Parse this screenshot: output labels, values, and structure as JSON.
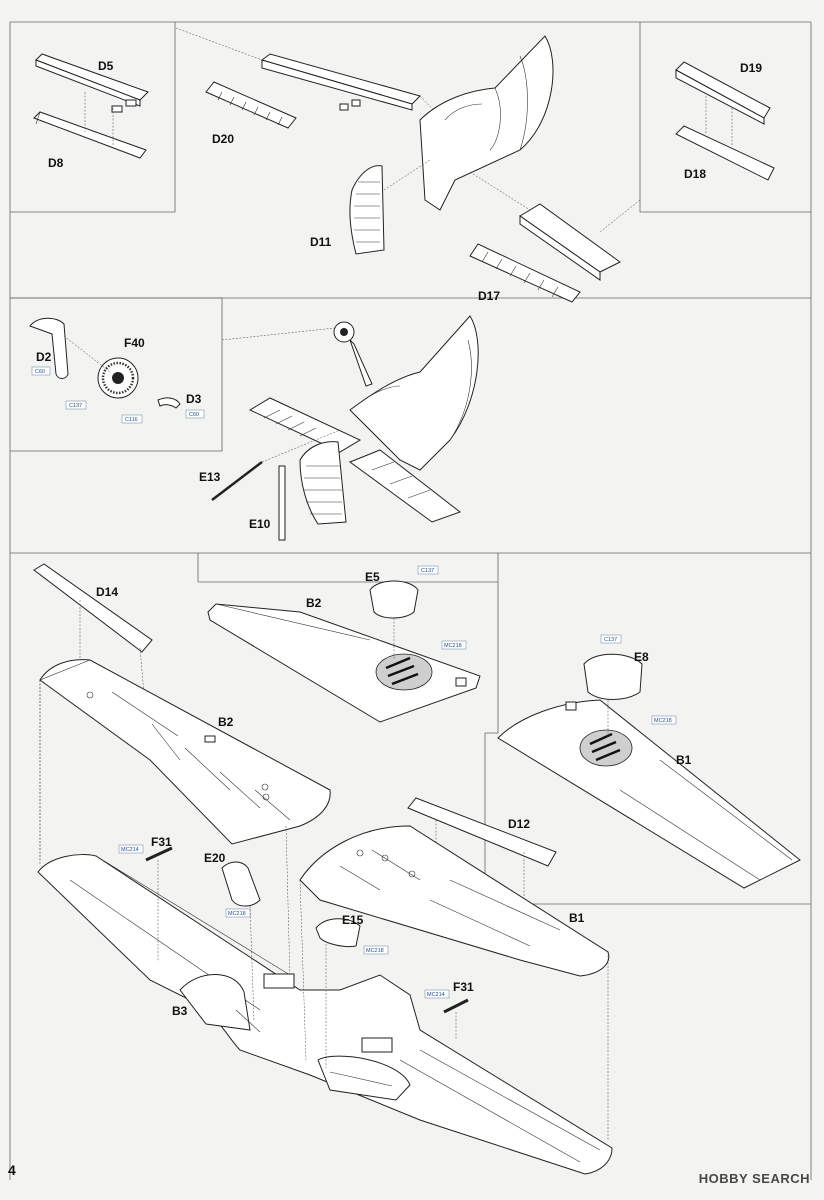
{
  "page_number": "4",
  "watermark": "HOBBY SEARCH",
  "part_labels": {
    "D5": "D5",
    "D8": "D8",
    "D20": "D20",
    "D11": "D11",
    "D19": "D19",
    "D18": "D18",
    "D17": "D17",
    "D2": "D2",
    "F40": "F40",
    "D3": "D3",
    "E13": "E13",
    "E10": "E10",
    "D14": "D14",
    "B2_top": "B2",
    "E5": "E5",
    "B2_main": "B2",
    "E8": "E8",
    "B1_top": "B1",
    "F31_left": "F31",
    "E20": "E20",
    "D12": "D12",
    "E15": "E15",
    "B1_main": "B1",
    "B3": "B3",
    "F31_right": "F31"
  },
  "color_codes": {
    "c_d2": "C60",
    "c_f40_a": "C137",
    "c_f40_b": "C116",
    "c_d3": "C60",
    "c_e5": "C137",
    "c_b2": "MC218",
    "c_e8": "C137",
    "c_b1": "MC218",
    "c_f31_left": "MC214",
    "c_e20": "MC218",
    "c_e15": "MC218",
    "c_f31_right": "MC214"
  }
}
